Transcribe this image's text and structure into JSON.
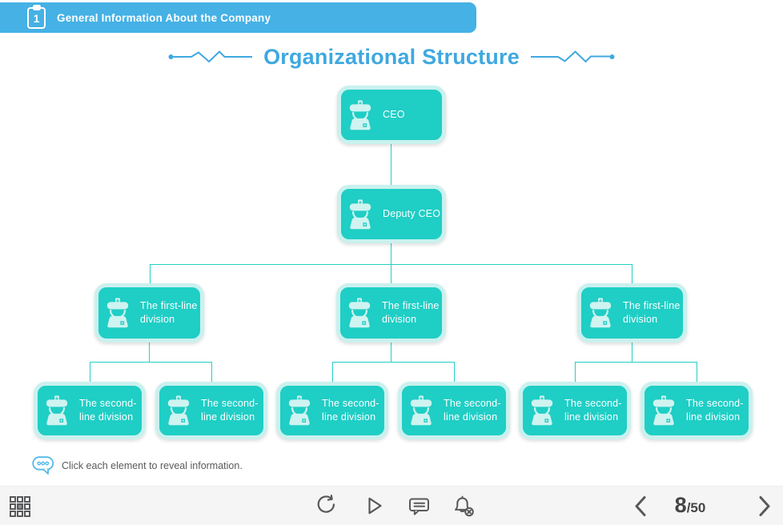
{
  "banner": {
    "number": "1",
    "title": "General Information About the Company"
  },
  "slide": {
    "title": "Organizational Structure",
    "note": "Click each element to reveal information."
  },
  "org": {
    "ceo": "CEO",
    "deputy": "Deputy CEO",
    "first": [
      "The first-line division",
      "The first-line division",
      "The first-line division"
    ],
    "second": [
      "The second-line division",
      "The second-line division",
      "The second-line division",
      "The second-line division",
      "The second-line division",
      "The second-line division"
    ]
  },
  "pager": {
    "current": "8",
    "total": "/50"
  },
  "icons": {
    "banner": "clipboard-icon",
    "org_node": "officer-avatar-icon",
    "note": "speech-bubble-icon",
    "toolbar": [
      "grid-menu-icon",
      "replay-icon",
      "play-icon",
      "comments-icon",
      "notifications-off-icon"
    ],
    "pager_nav": [
      "chevron-left-icon",
      "chevron-right-icon"
    ]
  },
  "colors": {
    "banner_blue": "#45B1E5",
    "title_blue": "#3FA8E0",
    "box_teal": "#1FCEC5",
    "box_glow": "#C9F1EE",
    "connector": "#25CFC5",
    "toolbar_bg": "#F5F5F5",
    "icon_gray": "#58595B",
    "note_text": "#5A5A5A"
  }
}
